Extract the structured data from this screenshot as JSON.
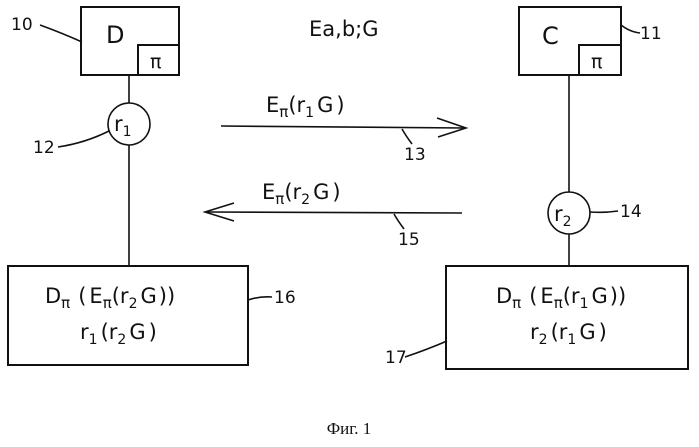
{
  "diagram": {
    "param_label": "Ea,b;G",
    "caption": "Фиг. 1",
    "box_d": {
      "label": "D",
      "pi": "π",
      "ref": "10"
    },
    "box_c": {
      "label": "C",
      "pi": "π",
      "ref": "11"
    },
    "circle_r1": {
      "main": "r",
      "sub": "1",
      "ref": "12"
    },
    "circle_r2": {
      "main": "r",
      "sub": "2",
      "ref": "14"
    },
    "arrow_13": {
      "E": "E",
      "pi": "π",
      "open": "(",
      "r": "r",
      "rsub": "1",
      "G": "G",
      "close": ")",
      "ref": "13"
    },
    "arrow_15": {
      "E": "E",
      "pi": "π",
      "open": "(",
      "r": "r",
      "rsub": "2",
      "G": "G",
      "close": ")",
      "ref": "15"
    },
    "box_16": {
      "ref": "16",
      "line1": {
        "D": "D",
        "pi1": "π",
        "open1": "(",
        "E": "E",
        "pi2": "π",
        "open2": "(",
        "r": "r",
        "rsub": "2",
        "G": "G",
        "close": "))"
      },
      "line2": {
        "r": "r",
        "rsub": "1",
        "open": "(",
        "r2": "r",
        "r2sub": "2",
        "G": "G",
        "close": ")"
      }
    },
    "box_17": {
      "ref": "17",
      "line1": {
        "D": "D",
        "pi1": "π",
        "open1": "(",
        "E": "E",
        "pi2": "π",
        "open2": "(",
        "r": "r",
        "rsub": "1",
        "G": "G",
        "close": "))"
      },
      "line2": {
        "r": "r",
        "rsub": "2",
        "open": "(",
        "r2": "r",
        "r2sub": "1",
        "G": "G",
        "close": ")"
      }
    }
  }
}
